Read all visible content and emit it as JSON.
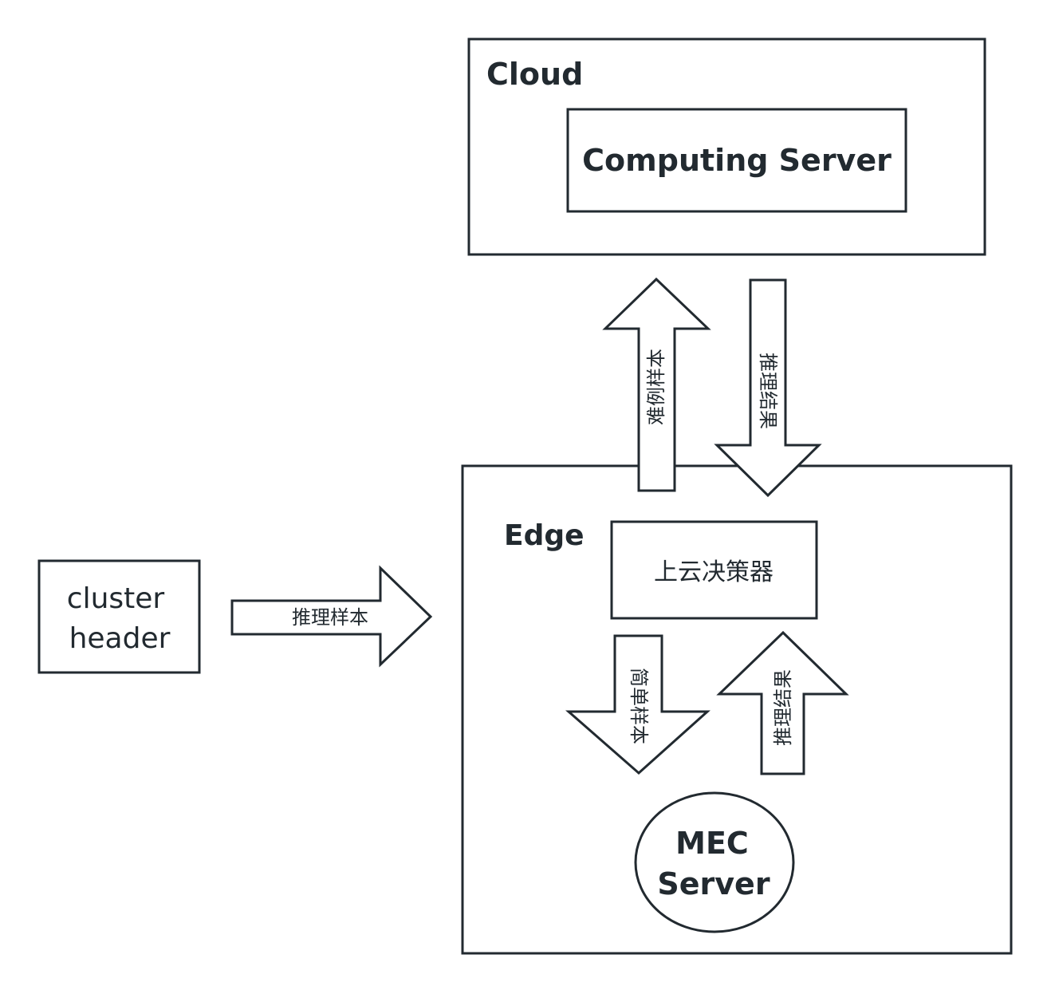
{
  "cloud": {
    "label": "Cloud",
    "computing_server": "Computing Server"
  },
  "edge": {
    "label": "Edge",
    "decider": "上云决策器",
    "mec_server": [
      "MEC",
      "Server"
    ]
  },
  "cluster_header": [
    "cluster",
    "header"
  ],
  "arrows": {
    "hard_samples": "难例样本",
    "cloud_results": "推理结果",
    "inference_samples": "推理样本",
    "simple_samples": "简单样本",
    "edge_results": "推理结果"
  },
  "colors": {
    "stroke": "#222a30",
    "fill": "#ffffff"
  }
}
